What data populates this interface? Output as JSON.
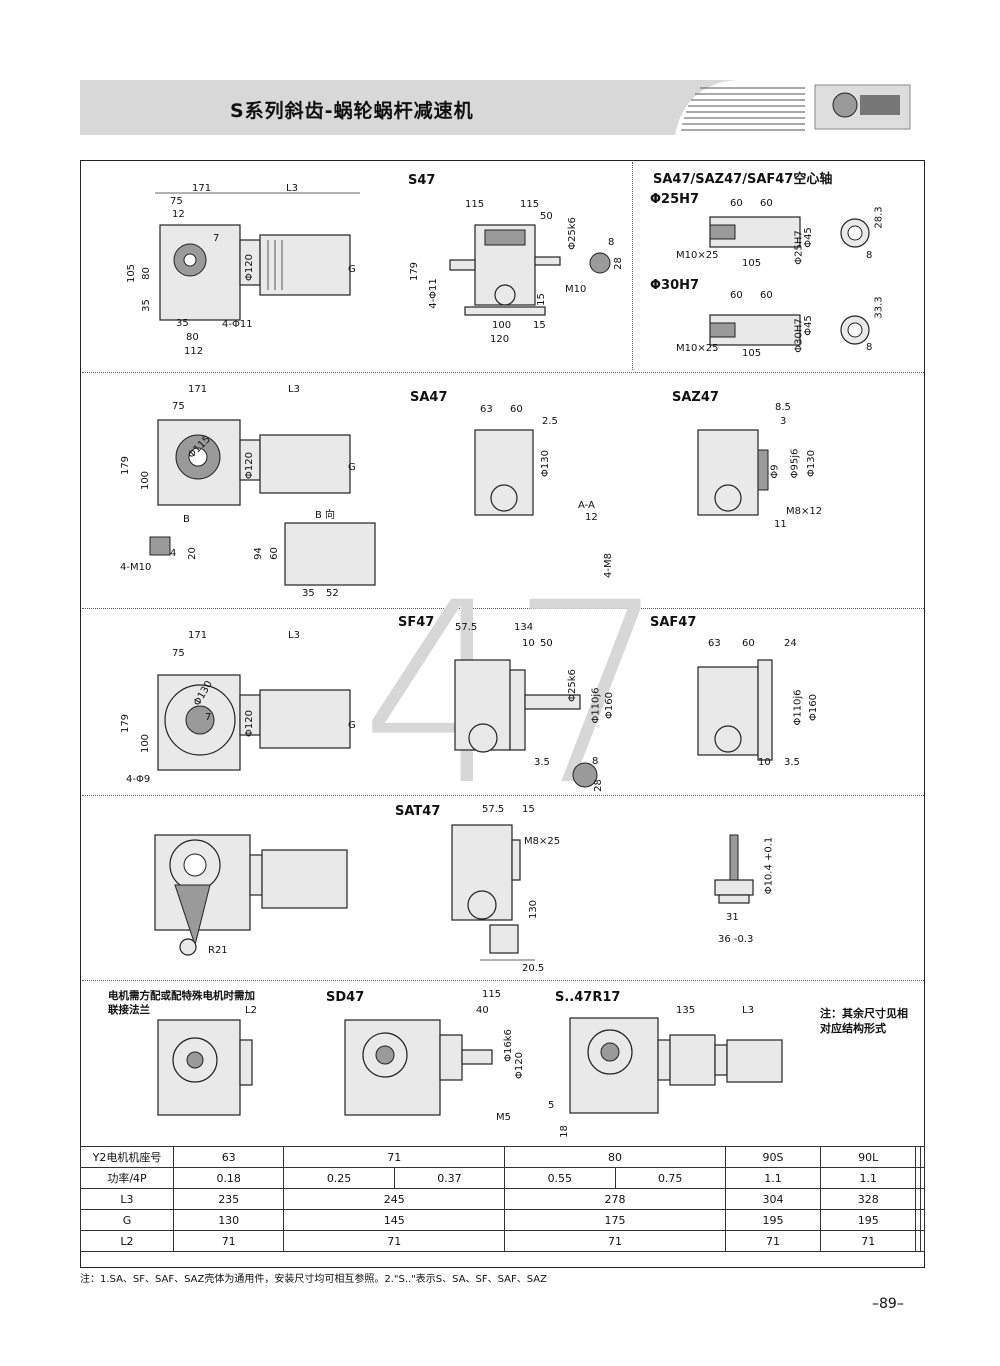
{
  "header": {
    "title": "S系列斜齿-蜗轮蜗杆减速机"
  },
  "watermark": "47",
  "labels": {
    "s47": "S47",
    "sa_hollow": "SA47/SAZ47/SAF47空心轴",
    "d25h7": "Φ25H7",
    "d30h7": "Φ30H7",
    "sa47": "SA47",
    "saz47": "SAZ47",
    "sf47": "SF47",
    "saf47": "SAF47",
    "sat47": "SAT47",
    "sd47": "SD47",
    "sr17": "S..47R17",
    "b_view": "B 向",
    "aa": "A-A",
    "b": "B"
  },
  "dims": {
    "s47": [
      "171",
      "L3",
      "75",
      "12",
      "7",
      "105",
      "80",
      "35",
      "35",
      "4-Φ11",
      "80",
      "112",
      "Φ120",
      "G"
    ],
    "s47_side": [
      "115",
      "115",
      "50",
      "Φ25k6",
      "179",
      "4-Φ11",
      "100",
      "120",
      "15",
      "15",
      "M10",
      "8",
      "28"
    ],
    "hollow": [
      "60",
      "60",
      "M10×25",
      "105",
      "Φ25H7",
      "Φ45",
      "28.3",
      "8",
      "60",
      "60",
      "M10×25",
      "105",
      "Φ30H7",
      "Φ45",
      "33.3",
      "8"
    ],
    "sa47": [
      "171",
      "L3",
      "75",
      "179",
      "100",
      "Φ115",
      "Φ120",
      "G",
      "63",
      "60",
      "2.5",
      "Φ130",
      "12",
      "4-M8",
      "94",
      "60",
      "35",
      "52",
      "4-M10",
      "4",
      "20"
    ],
    "saz47": [
      "8.5",
      "3",
      "Φ9",
      "Φ95j6",
      "Φ130",
      "M8×12",
      "11"
    ],
    "sf47": [
      "171",
      "L3",
      "75",
      "Φ130",
      "7",
      "179",
      "100",
      "4-Φ9",
      "Φ120",
      "G",
      "57.5",
      "134",
      "10",
      "50",
      "Φ25k6",
      "Φ110j6",
      "Φ160",
      "8",
      "3.5",
      "28"
    ],
    "saf47": [
      "63",
      "60",
      "24",
      "Φ110j6",
      "Φ160",
      "10",
      "3.5"
    ],
    "sat47": [
      "57.5",
      "15",
      "M8×25",
      "130",
      "20.5",
      "R21",
      "Φ10.4 +0.1",
      "31",
      "36 -0.3"
    ],
    "sd47": [
      "115",
      "40",
      "Φ16k6",
      "Φ120",
      "M5",
      "5",
      "18",
      "L2"
    ],
    "sr17": [
      "135",
      "L3"
    ]
  },
  "motor_note": "电机需方配或配特殊电机时需加联接法兰",
  "side_note": "注：其余尺寸见相对应结构形式",
  "table": {
    "rows": [
      {
        "h": "Y2电机机座号",
        "cells": [
          "63",
          "71",
          "80",
          "90S",
          "90L"
        ]
      },
      {
        "h": "功率/4P",
        "cells": [
          "0.18",
          "0.25",
          "0.37",
          "0.55",
          "0.75",
          "1.1",
          "1.1"
        ]
      },
      {
        "h": "L3",
        "cells": [
          "235",
          "245",
          "278",
          "304",
          "328"
        ]
      },
      {
        "h": "G",
        "cells": [
          "130",
          "145",
          "175",
          "195",
          "195"
        ]
      },
      {
        "h": "L2",
        "cells": [
          "71",
          "71",
          "71",
          "71",
          "71"
        ]
      }
    ]
  },
  "footnote": "注：1.SA、SF、SAF、SAZ壳体为通用件，安装尺寸均可相互参照。2.\"S..\"表示S、SA、SF、SAF、SAZ",
  "page_number": "–89–"
}
